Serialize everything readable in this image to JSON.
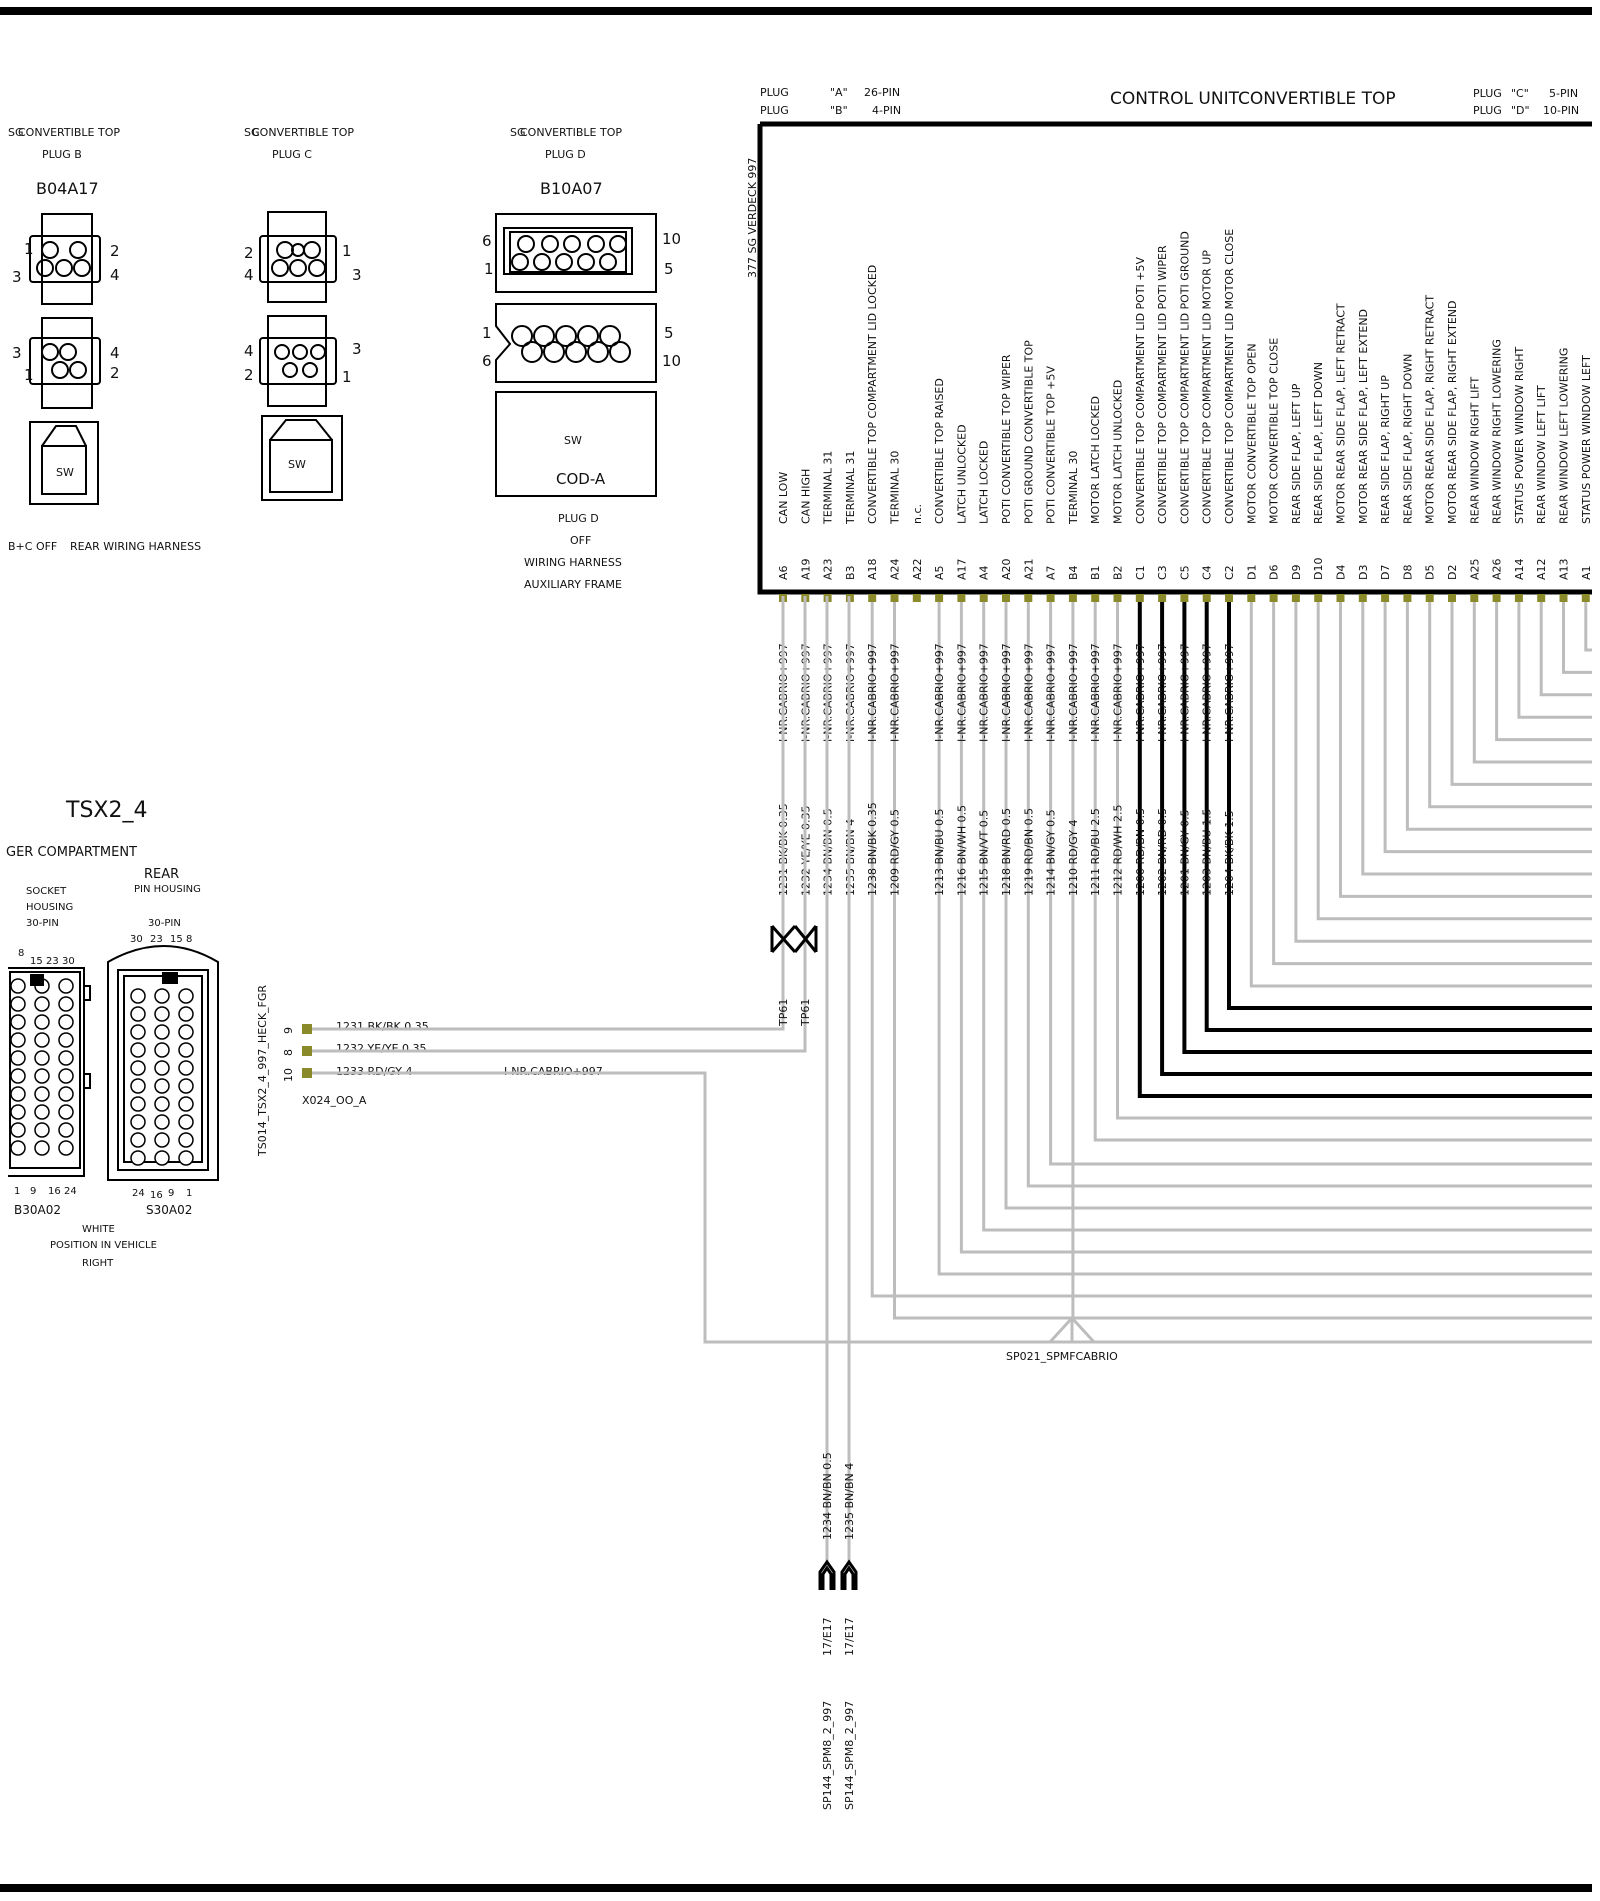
{
  "ecu": {
    "title": "CONTROL UNITCONVERTIBLE TOP",
    "side_label": "377 SG VERDECK 997",
    "plug_hdr": [
      {
        "a": "PLUG",
        "b": "\"A\"",
        "c": "26-PIN"
      },
      {
        "a": "PLUG",
        "b": "\"B\"",
        "c": "4-PIN"
      },
      {
        "a": "PLUG",
        "b": "\"C\"",
        "c": "5-PIN"
      },
      {
        "a": "PLUG",
        "b": "\"D\"",
        "c": "10-PIN"
      }
    ],
    "pins": [
      {
        "id": "A6",
        "func": "CAN LOW",
        "wire": "1231 BK/BK 0.35",
        "net": "I-NR.CABRIO+997",
        "thick": false
      },
      {
        "id": "A19",
        "func": "CAN HIGH",
        "wire": "1232 YE/YE 0.35",
        "net": "I-NR.CABRIO+997",
        "thick": false
      },
      {
        "id": "A23",
        "func": "TERMINAL 31",
        "wire": "1234 BN/BN 0.5",
        "net": "I-NR.CABRIO+997",
        "thick": false
      },
      {
        "id": "B3",
        "func": "TERMINAL 31",
        "wire": "1235 BN/BN 4",
        "net": "I-NR.CABRIO+997",
        "thick": false
      },
      {
        "id": "A18",
        "func": "CONVERTIBLE TOP COMPARTMENT LID  LOCKED",
        "wire": "1238 BN/BK 0.35",
        "net": "I-NR.CABRIO+997",
        "thick": false
      },
      {
        "id": "A24",
        "func": "TERMINAL 30",
        "wire": "1209 RD/GY 0.5",
        "net": "I-NR.CABRIO+997",
        "thick": false
      },
      {
        "id": "A22",
        "func": "n.c.",
        "wire": "",
        "net": "",
        "thick": false
      },
      {
        "id": "A5",
        "func": "CONVERTIBLE TOP RAISED",
        "wire": "1213 BN/BU 0.5",
        "net": "I-NR.CABRIO+997",
        "thick": false
      },
      {
        "id": "A17",
        "func": "LATCH   UNLOCKED",
        "wire": "1216 BN/WH 0.5",
        "net": "I-NR.CABRIO+997",
        "thick": false
      },
      {
        "id": "A4",
        "func": "LATCH   LOCKED",
        "wire": "1215 BN/VT 0.5",
        "net": "I-NR.CABRIO+997",
        "thick": false
      },
      {
        "id": "A20",
        "func": "POTI  CONVERTIBLE TOP WIPER",
        "wire": "1218 BN/RD 0.5",
        "net": "I-NR.CABRIO+997",
        "thick": false
      },
      {
        "id": "A21",
        "func": "POTI  GROUND  CONVERTIBLE TOP",
        "wire": "1219 RD/BN 0.5",
        "net": "I-NR.CABRIO+997",
        "thick": false
      },
      {
        "id": "A7",
        "func": "POTI  CONVERTIBLE TOP +5V",
        "wire": "1214 BN/GY 0.5",
        "net": "I-NR.CABRIO+997",
        "thick": false
      },
      {
        "id": "B4",
        "func": "TERMINAL 30",
        "wire": "1210 RD/GY 4",
        "net": "I-NR.CABRIO+997",
        "thick": false
      },
      {
        "id": "B1",
        "func": "MOTOR  LATCH    LOCKED",
        "wire": "1211 RD/BU 2.5",
        "net": "I-NR.CABRIO+997",
        "thick": false
      },
      {
        "id": "B2",
        "func": "MOTOR  LATCH    UNLOCKED",
        "wire": "1212 RD/WH 2.5",
        "net": "I-NR.CABRIO+997",
        "thick": false
      },
      {
        "id": "C1",
        "func": "CONVERTIBLE TOP COMPARTMENT LID   POTI  +5V",
        "wire": "1200 RD/BN 0.5",
        "net": "I-NR.CABRIO+997",
        "thick": true
      },
      {
        "id": "C3",
        "func": "CONVERTIBLE TOP COMPARTMENT LID  POTI  WIPER",
        "wire": "1202 BN/RD 0.5",
        "net": "I-NR.CABRIO+997",
        "thick": true
      },
      {
        "id": "C5",
        "func": "CONVERTIBLE TOP COMPARTMENT LID  POTI  GROUND",
        "wire": "1201 BN/GY 0.5",
        "net": "I-NR.CABRIO+997",
        "thick": true
      },
      {
        "id": "C4",
        "func": "CONVERTIBLE TOP COMPARTMENT LID  MOTOR UP",
        "wire": "1203 BN/BU 1.5",
        "net": "I-NR.CABRIO+997",
        "thick": true
      },
      {
        "id": "C2",
        "func": "CONVERTIBLE TOP COMPARTMENT LID  MOTOR CLOSE",
        "wire": "1204 BK/BK 1.5",
        "net": "I-NR.CABRIO+997",
        "thick": true
      },
      {
        "id": "D1",
        "func": "MOTOR CONVERTIBLE TOP  OPEN",
        "wire": "",
        "net": "",
        "thick": false
      },
      {
        "id": "D6",
        "func": "MOTOR CONVERTIBLE TOP CLOSE",
        "wire": "",
        "net": "",
        "thick": false
      },
      {
        "id": "D9",
        "func": "REAR SIDE FLAP, LEFT UP",
        "wire": "",
        "net": "",
        "thick": false
      },
      {
        "id": "D10",
        "func": "REAR SIDE FLAP, LEFT DOWN",
        "wire": "",
        "net": "",
        "thick": false
      },
      {
        "id": "D4",
        "func": "MOTOR   REAR SIDE FLAP, LEFT  RETRACT",
        "wire": "",
        "net": "",
        "thick": false
      },
      {
        "id": "D3",
        "func": "MOTOR   REAR SIDE FLAP, LEFT  EXTEND",
        "wire": "",
        "net": "",
        "thick": false
      },
      {
        "id": "D7",
        "func": "REAR SIDE FLAP, RIGHT UP",
        "wire": "",
        "net": "",
        "thick": false
      },
      {
        "id": "D8",
        "func": "REAR SIDE FLAP, RIGHT DOWN",
        "wire": "",
        "net": "",
        "thick": false
      },
      {
        "id": "D5",
        "func": "MOTOR    REAR SIDE FLAP, RIGHT RETRACT",
        "wire": "",
        "net": "",
        "thick": false
      },
      {
        "id": "D2",
        "func": "MOTOR    REAR SIDE FLAP, RIGHT EXTEND",
        "wire": "",
        "net": "",
        "thick": false
      },
      {
        "id": "A25",
        "func": "REAR  WINDOW  RIGHT  LIFT",
        "wire": "",
        "net": "",
        "thick": false
      },
      {
        "id": "A26",
        "func": "REAR  WINDOW  RIGHT  LOWERING",
        "wire": "",
        "net": "",
        "thick": false
      },
      {
        "id": "A14",
        "func": "STATUS POWER WINDOW RIGHT",
        "wire": "",
        "net": "",
        "thick": false
      },
      {
        "id": "A12",
        "func": "REAR  WINDOW   LEFT   LIFT",
        "wire": "",
        "net": "",
        "thick": false
      },
      {
        "id": "A13",
        "func": "REAR  WINDOW   LEFT    LOWERING",
        "wire": "",
        "net": "",
        "thick": false
      },
      {
        "id": "A1",
        "func": "STATUS  POWER WINDOW  LEFT",
        "wire": "",
        "net": "",
        "thick": false
      }
    ]
  },
  "left_connectors": [
    {
      "sg": "SG",
      "title": "CONVERTIBLE TOP",
      "plug": "PLUG B",
      "code": "B04A17"
    },
    {
      "sg": "SG",
      "title": "CONVERTIBLE TOP",
      "plug": "PLUG C",
      "code": ""
    },
    {
      "sg": "SG",
      "title": "CONVERTIBLE TOP",
      "plug": "PLUG D",
      "code": "B10A07"
    }
  ],
  "conn_b_pins": [
    "1",
    "2",
    "3",
    "4",
    "3",
    "4",
    "1",
    "2"
  ],
  "conn_c_pins": [
    "2",
    "1",
    "4",
    "3",
    "4",
    "3",
    "2",
    "1"
  ],
  "conn_d_pins": [
    "6",
    "10",
    "1",
    "5",
    "1",
    "5",
    "6",
    "10"
  ],
  "sw": "SW",
  "cod": "COD-A",
  "plugd_notes": [
    "PLUG D",
    "OFF",
    "WIRING HARNESS",
    "AUXILIARY FRAME"
  ],
  "bc_off": "B+C OFF",
  "rear_wiring": "REAR WIRING HARNESS",
  "tsx": {
    "title": "TSX2_4",
    "compartment": "GER COMPARTMENT",
    "rear": "REAR",
    "socket": [
      "SOCKET",
      "HOUSING",
      "30-PIN"
    ],
    "pin_housing": [
      "PIN HOUSING",
      "30-PIN"
    ],
    "left_top_nums": [
      "8",
      "15",
      "23",
      "30"
    ],
    "right_top_nums": [
      "30",
      "23",
      "15",
      "8"
    ],
    "left_bot_nums": [
      "1",
      "9",
      "16",
      "24"
    ],
    "right_bot_nums": [
      "24",
      "16",
      "9",
      "1"
    ],
    "codes": [
      "B30A02",
      "S30A02"
    ],
    "notes": [
      "WHITE",
      "POSITION IN VEHICLE",
      "RIGHT"
    ]
  },
  "ts014": {
    "label": "TS014_TSX2_4_997_HECK_FGR",
    "pins": [
      {
        "n": "9",
        "wire": "1231 BK/BK 0.35"
      },
      {
        "n": "8",
        "wire": "1232 YE/YE 0.35"
      },
      {
        "n": "10",
        "wire": "1233 RD/GY 4"
      }
    ],
    "net": "I-NR.CABRIO+997",
    "connector": "X024_OO_A"
  },
  "tp61": "TP61",
  "splice_label": "SP021_SPMFCABRIO",
  "bottom": {
    "wires": [
      "1234 BN/BN 0.5",
      "1235 BN/BN 4"
    ],
    "refs": [
      "17/E17",
      "17/E17"
    ],
    "splices": [
      "SP144_SPM8_2_997",
      "SP144_SPM8_2_997"
    ]
  },
  "colors": {
    "wire_thin": "#bdbdbd",
    "wire_thick": "#000000",
    "pin_marker": "#8a8a2a",
    "border": "#000000"
  }
}
